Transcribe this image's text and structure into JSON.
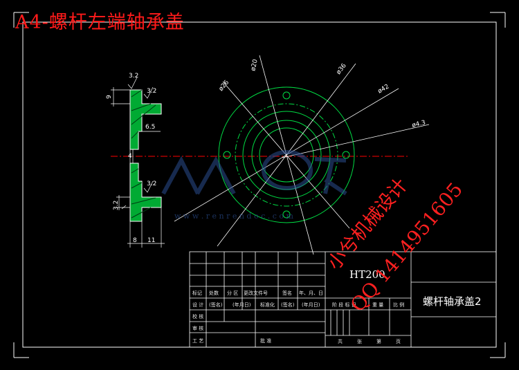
{
  "drawing": {
    "title": "A4-螺杆左端轴承盖",
    "material": "HT200",
    "part_name": "螺杆轴承盖2"
  },
  "watermarks": {
    "line1": "小兮机械设计",
    "line2": "QQ 1414951605",
    "logo_url": "w w w . r e n r e n d o c . c o m"
  },
  "dimensions": {
    "rough1": "3.2",
    "rough2": "3.2",
    "rough3": "3.2",
    "rough4": "3.2",
    "h9": "9",
    "w65": "6.5",
    "h4": "4",
    "w8": "8",
    "w11": "11",
    "d20": "ø20",
    "d26": "ø26",
    "d36": "ø36",
    "d42": "ø42",
    "d43": "ø4.3"
  },
  "title_block": {
    "headers": [
      "标记",
      "处数",
      "分 区",
      "更改文件号",
      "签名",
      "年、月、日"
    ],
    "design_row": [
      "设 计",
      "(签名)",
      "(年月日)",
      "标准化",
      "(签名)",
      "(年月日)"
    ],
    "check_label": "校 核",
    "review_label": "审 核",
    "process_label": "工 艺",
    "approve_label": "批 准",
    "stage_headers": [
      "阶 段 标 记",
      "重 量",
      "比 例"
    ],
    "sheet_footer": [
      "共",
      "张",
      "第",
      "页"
    ]
  },
  "colors": {
    "background": "#000000",
    "outline": "#ffffff",
    "section": "#00cc44",
    "dim": "#ffffff",
    "center": "#ff0000",
    "watermark": "#ff2020"
  }
}
